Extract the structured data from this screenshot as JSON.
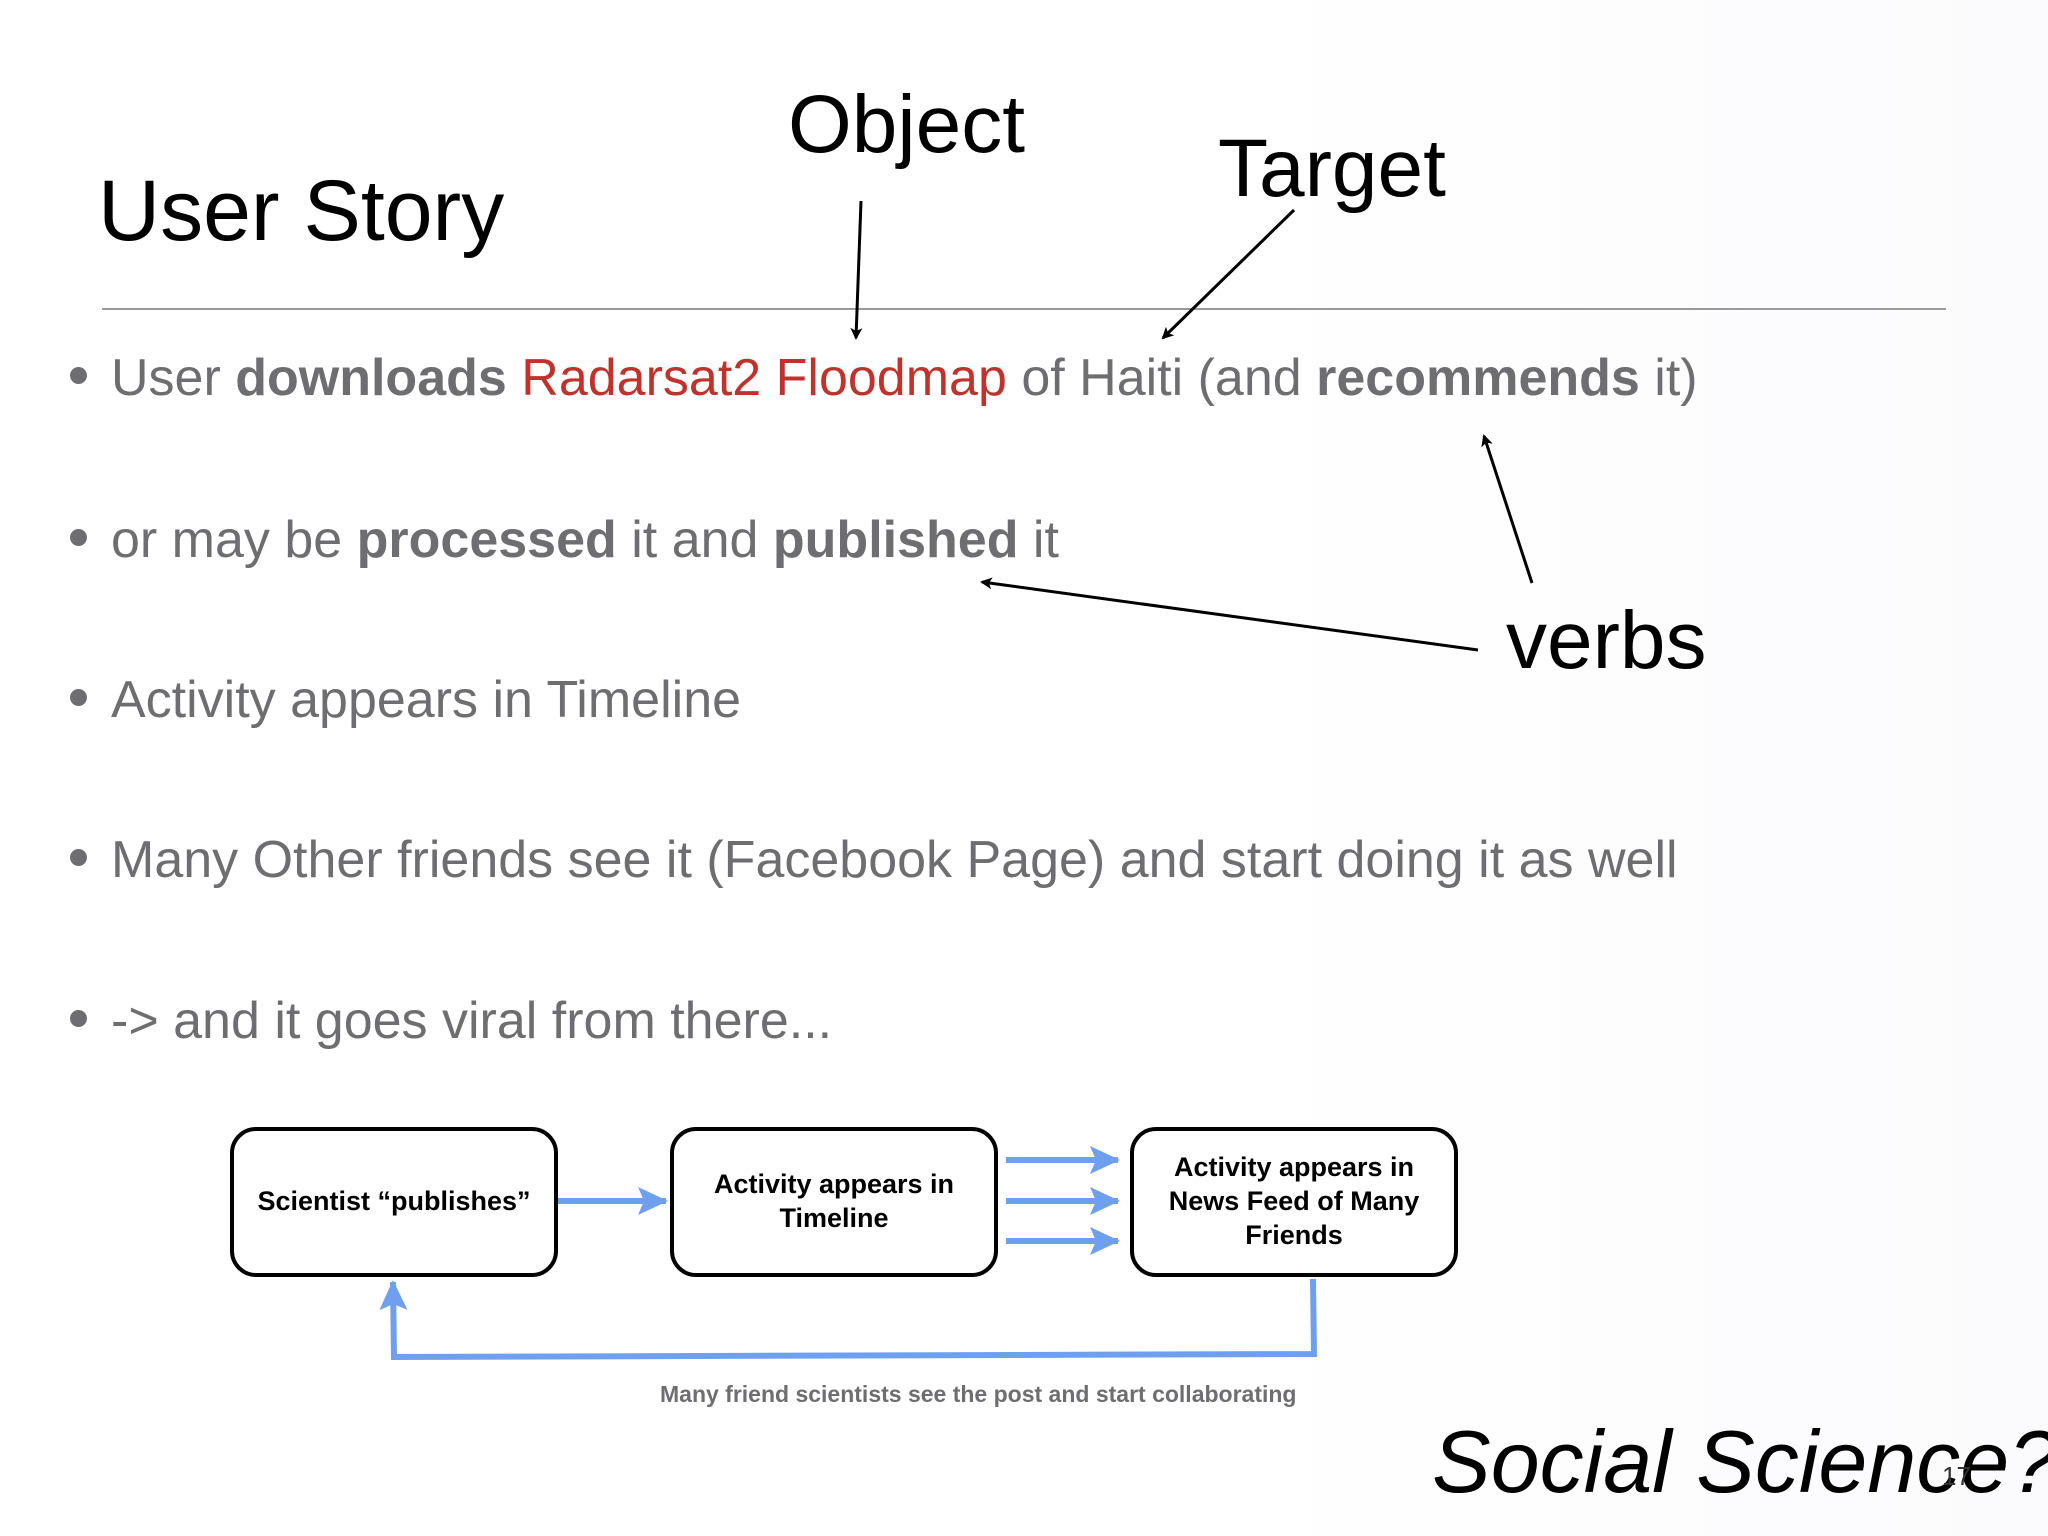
{
  "slide": {
    "title": "User Story",
    "annotations": {
      "object": "Object",
      "target": "Target",
      "verbs": "verbs"
    },
    "bullets": [
      {
        "parts": [
          {
            "text": "User ",
            "style": "normal"
          },
          {
            "text": "downloads",
            "style": "bold"
          },
          {
            "text": " ",
            "style": "normal"
          },
          {
            "text": "Radarsat2 Floodmap",
            "style": "red"
          },
          {
            "text": " of Haiti (and ",
            "style": "normal"
          },
          {
            "text": "recommends",
            "style": "bold"
          },
          {
            "text": " it)",
            "style": "normal"
          }
        ]
      },
      {
        "parts": [
          {
            "text": "or may be ",
            "style": "normal"
          },
          {
            "text": "processed",
            "style": "bold"
          },
          {
            "text": " it and ",
            "style": "normal"
          },
          {
            "text": "published",
            "style": "bold"
          },
          {
            "text": " it",
            "style": "normal"
          }
        ]
      },
      {
        "parts": [
          {
            "text": "Activity appears in Timeline",
            "style": "normal"
          }
        ]
      },
      {
        "parts": [
          {
            "text": "Many Other friends see it (Facebook Page) and start doing it as well",
            "style": "normal"
          }
        ]
      },
      {
        "parts": [
          {
            "text": "-> and it goes viral from there...",
            "style": "normal"
          }
        ]
      }
    ],
    "diagram": {
      "boxes": [
        "Scientist “publishes”",
        "Activity appears in Timeline",
        "Activity appears in News Feed of Many Friends"
      ],
      "feedback_caption": "Many friend scientists see the post and start collaborating"
    },
    "footer": "Social Science?",
    "page_number": "17",
    "colors": {
      "bullet_text": "#6e6e70",
      "highlight_red": "#c0332c",
      "flow_arrow_blue": "#6fa0ef",
      "annotation_black": "#000000"
    }
  }
}
